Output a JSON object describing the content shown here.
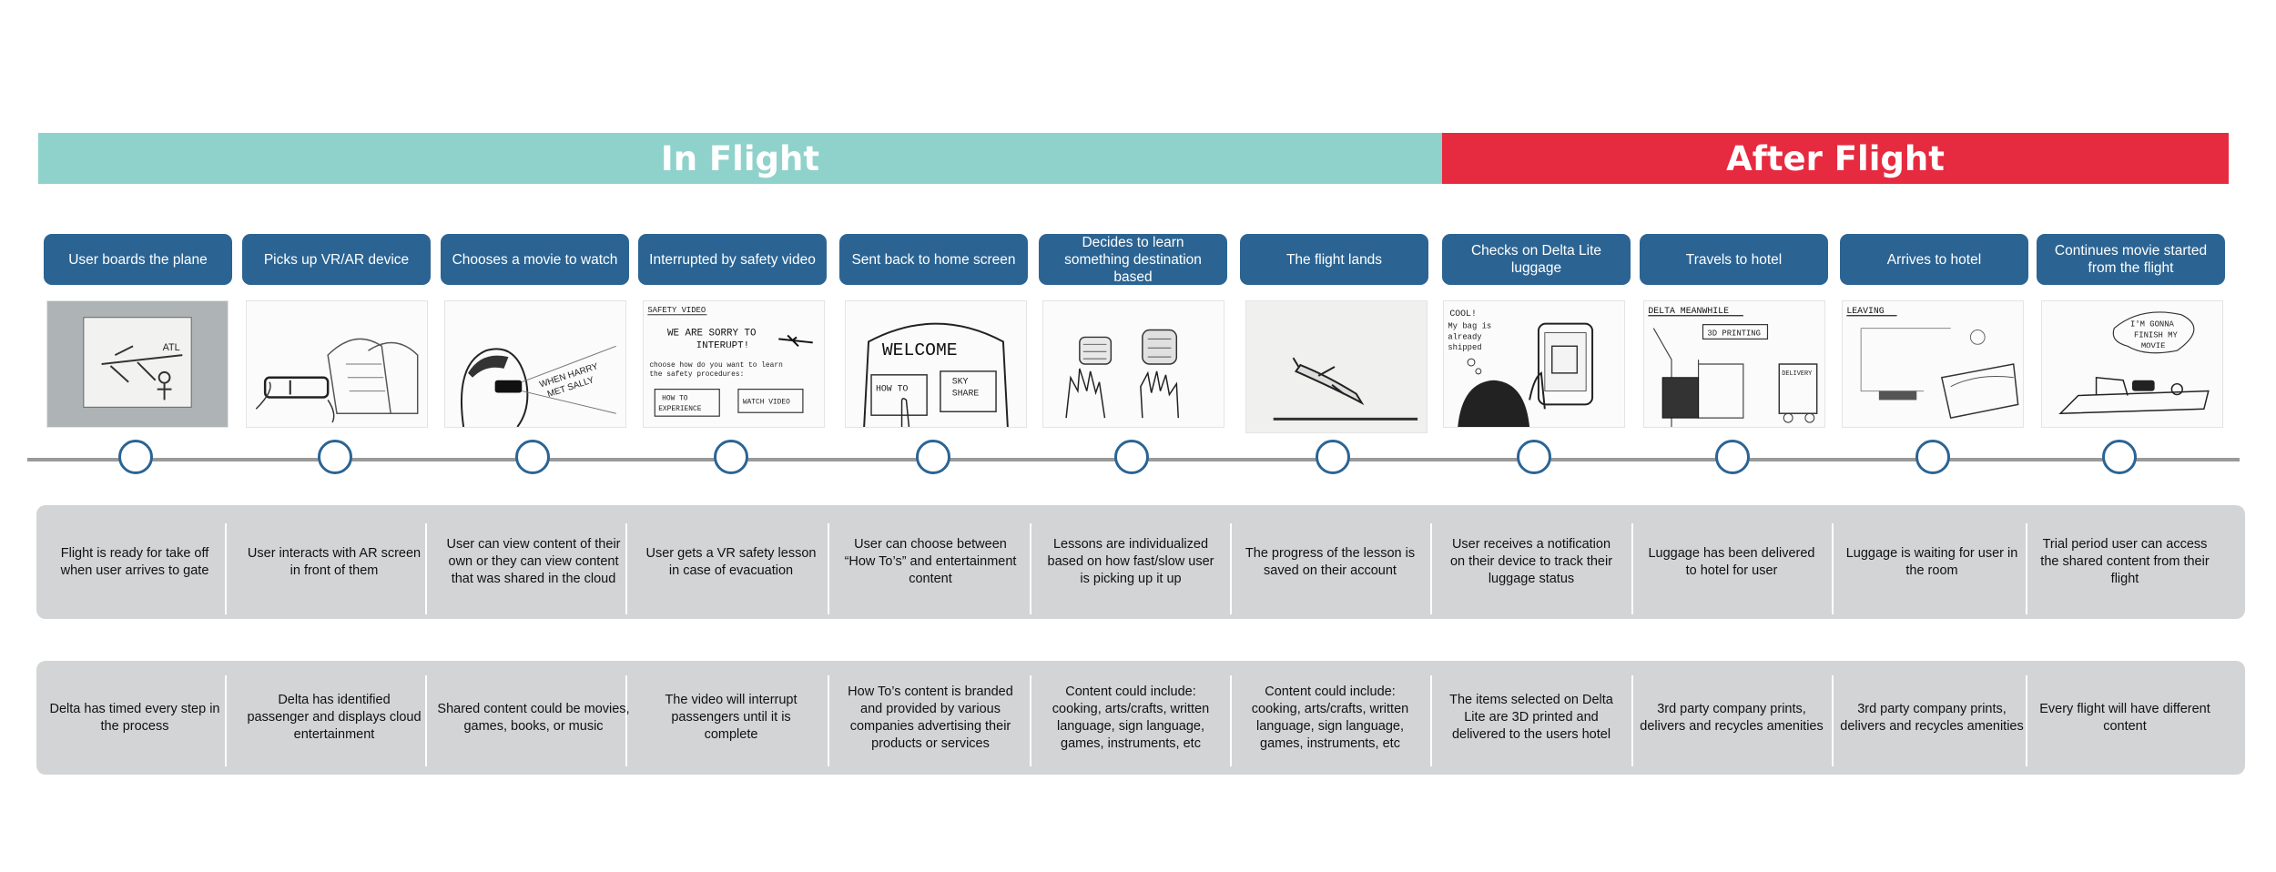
{
  "phases": {
    "in_flight": {
      "title": "In Flight",
      "color": "#8fd2cb"
    },
    "after_flight": {
      "title": "After Flight",
      "color": "#e62a40"
    }
  },
  "colors": {
    "pill": "#2b6493",
    "band": "#d3d4d5",
    "timeline": "#9a9a9a"
  },
  "steps": [
    {
      "label": "User boards the plane",
      "sketch_text": [
        "ATL"
      ],
      "description": "Flight is ready for take off when user arrives to gate",
      "note": "Delta has timed every step in the process"
    },
    {
      "label": "Picks up VR/AR device",
      "sketch_text": [],
      "description": "User interacts with AR screen in front of them",
      "note": "Delta has identified passenger and displays cloud entertainment"
    },
    {
      "label": "Chooses a movie to watch",
      "sketch_text": [
        "WHEN HARRY",
        "MET SALLY"
      ],
      "description": "User can view content of their own or they can view content that was shared in the cloud",
      "note": "Shared content could be movies, games, books, or music"
    },
    {
      "label": "Interrupted by safety video",
      "sketch_text": [
        "SAFETY VIDEO",
        "WE ARE SORRY TO",
        "INTERUPT!",
        "choose how do you want to learn",
        "the safety procedures:",
        "HOW TO",
        "EXPERIENCE",
        "WATCH VIDEO"
      ],
      "description": "User gets  a VR safety lesson in case of evacuation",
      "note": "The video will interrupt passengers until it is complete"
    },
    {
      "label": "Sent back to home screen",
      "sketch_text": [
        "WELCOME",
        "HOW TO",
        "SKY",
        "SHARE"
      ],
      "description": "User can choose between “How To’s” and entertainment content",
      "note": "How To’s content is branded and provided by various companies advertising their products or services"
    },
    {
      "label": "Decides to learn something destination based",
      "sketch_text": [],
      "description": "Lessons are individualized based on how fast/slow user is picking up it up",
      "note": "Content could include: cooking, arts/crafts, written language, sign language, games, instruments, etc"
    },
    {
      "label": "The flight lands",
      "sketch_text": [],
      "description": "The progress of the lesson is saved on their account",
      "note": "Content could include: cooking, arts/crafts, written language, sign language, games, instruments, etc"
    },
    {
      "label": "Checks on Delta Lite luggage",
      "sketch_text": [
        "COOL!",
        "My bag is",
        "already",
        "shipped"
      ],
      "description": "User receives a notification on their device to track their luggage status",
      "note": "The items selected on Delta Lite are 3D printed and delivered to the users hotel"
    },
    {
      "label": "Travels to hotel",
      "sketch_text": [
        "DELTA MEANWHILE",
        "3D PRINTING",
        "DELIVERY"
      ],
      "description": "Luggage has been delivered to hotel for user",
      "note": "3rd party company prints, delivers and recycles amenities"
    },
    {
      "label": "Arrives to hotel",
      "sketch_text": [
        "LEAVING"
      ],
      "description": "Luggage is waiting for user in the room",
      "note": "3rd party company prints, delivers and recycles amenities"
    },
    {
      "label": "Continues movie started from the flight",
      "sketch_text": [
        "I'M GONNA",
        "FINISH MY",
        "MOVIE"
      ],
      "description": "Trial period user can access the shared content from their flight",
      "note": "Every flight will have different content"
    }
  ]
}
